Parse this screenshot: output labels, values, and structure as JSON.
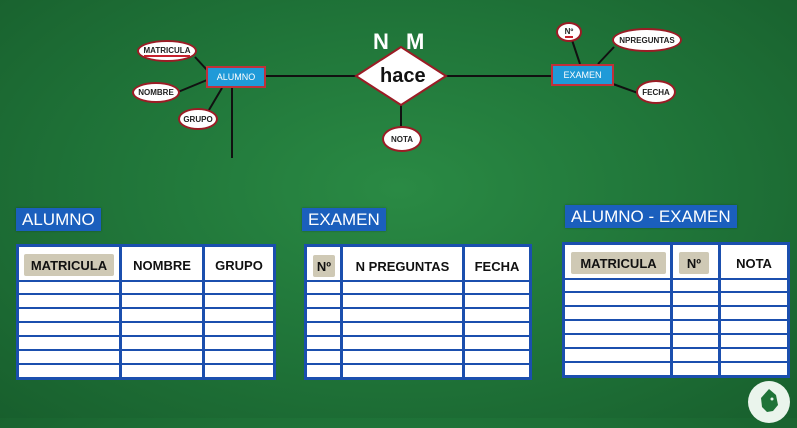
{
  "er": {
    "cardinality": {
      "n": "N",
      "m": "M"
    },
    "relationship": "hace",
    "entities": [
      {
        "id": "alumno",
        "label": "ALUMNO"
      },
      {
        "id": "examen",
        "label": "EXAMEN"
      }
    ],
    "attributes": [
      {
        "id": "matricula",
        "label": "MATRICULA",
        "key": true
      },
      {
        "id": "nombre",
        "label": "NOMBRE",
        "key": false
      },
      {
        "id": "grupo",
        "label": "GRUPO",
        "key": false
      },
      {
        "id": "numero",
        "label": "Nº",
        "key": true
      },
      {
        "id": "npreguntas",
        "label": "NPREGUNTAS",
        "key": false
      },
      {
        "id": "fecha",
        "label": "FECHA",
        "key": false
      },
      {
        "id": "nota",
        "label": "NOTA",
        "key": false
      }
    ]
  },
  "tables": [
    {
      "title": "ALUMNO",
      "columns": [
        "MATRICULA",
        "NOMBRE",
        "GRUPO"
      ]
    },
    {
      "title": "EXAMEN",
      "columns": [
        "Nº",
        "N PREGUNTAS",
        "FECHA"
      ]
    },
    {
      "title": "ALUMNO - EXAMEN",
      "columns": [
        "MATRICULA",
        "Nº",
        "NOTA"
      ]
    }
  ],
  "colors": {
    "background": "#1f7338",
    "entity_fill": "#1f9ad8",
    "entity_border": "#c0303a",
    "table_border": "#1b4fae",
    "table_title": "#1b5fbd",
    "header_chip": "#cfc9b5"
  }
}
